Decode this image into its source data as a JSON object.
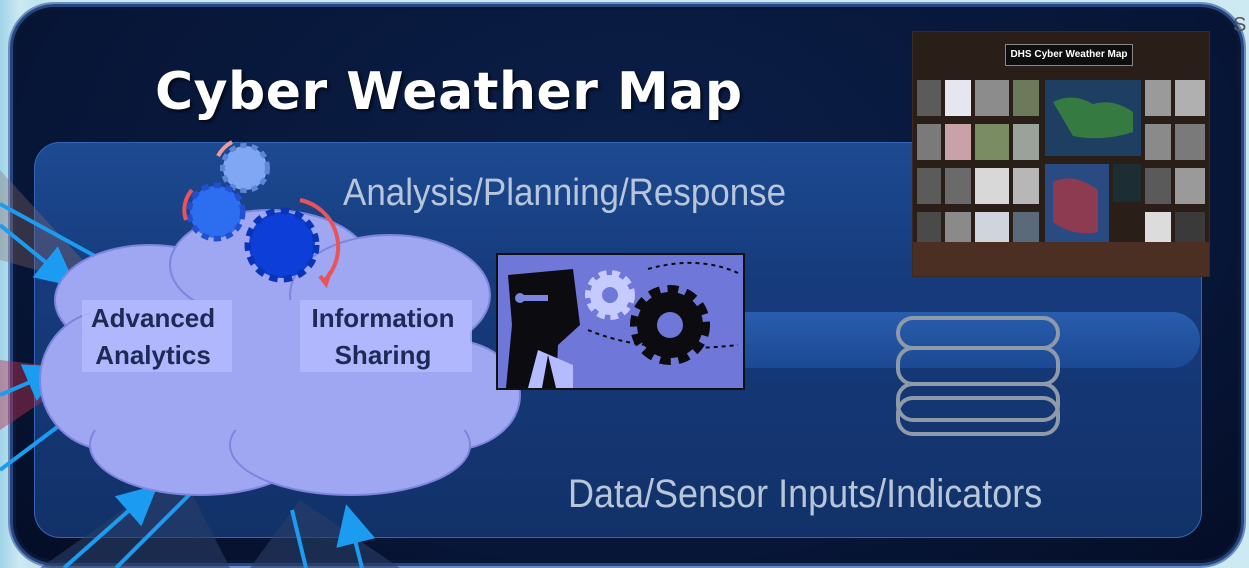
{
  "title": "Cyber Weather Map",
  "layers": {
    "top": "Analysis/Planning/Response",
    "bottom": "Data/Sensor Inputs/Indicators"
  },
  "cloud": {
    "left": [
      "Advanced",
      "Analytics"
    ],
    "right": [
      "Information",
      "Sharing"
    ]
  },
  "photo": {
    "caption": "DHS Cyber Weather Map"
  },
  "edge_fragment": "S",
  "colors": {
    "outer_panel": "#071536",
    "inner_panel": "#1d4a92",
    "cloud": "#9fa6f2",
    "arrows": "#1c9cf0",
    "gear_arrows": "#e8545a"
  },
  "icons": [
    "gear-icon",
    "database-icon",
    "person-gears-icon",
    "cloud-icon",
    "arrow-icon"
  ]
}
